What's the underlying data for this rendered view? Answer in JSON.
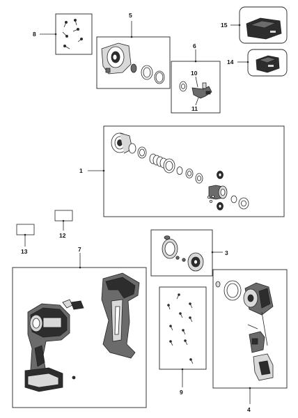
{
  "callouts": [
    {
      "id": "c1",
      "label": "1"
    },
    {
      "id": "c3",
      "label": "3"
    },
    {
      "id": "c4",
      "label": "4"
    },
    {
      "id": "c5",
      "label": "5"
    },
    {
      "id": "c6",
      "label": "6"
    },
    {
      "id": "c7",
      "label": "7"
    },
    {
      "id": "c8",
      "label": "8"
    },
    {
      "id": "c9",
      "label": "9"
    },
    {
      "id": "c10",
      "label": "10"
    },
    {
      "id": "c11",
      "label": "11"
    },
    {
      "id": "c12",
      "label": "12"
    },
    {
      "id": "c13",
      "label": "13"
    },
    {
      "id": "c14",
      "label": "14"
    },
    {
      "id": "c15",
      "label": "15"
    }
  ]
}
